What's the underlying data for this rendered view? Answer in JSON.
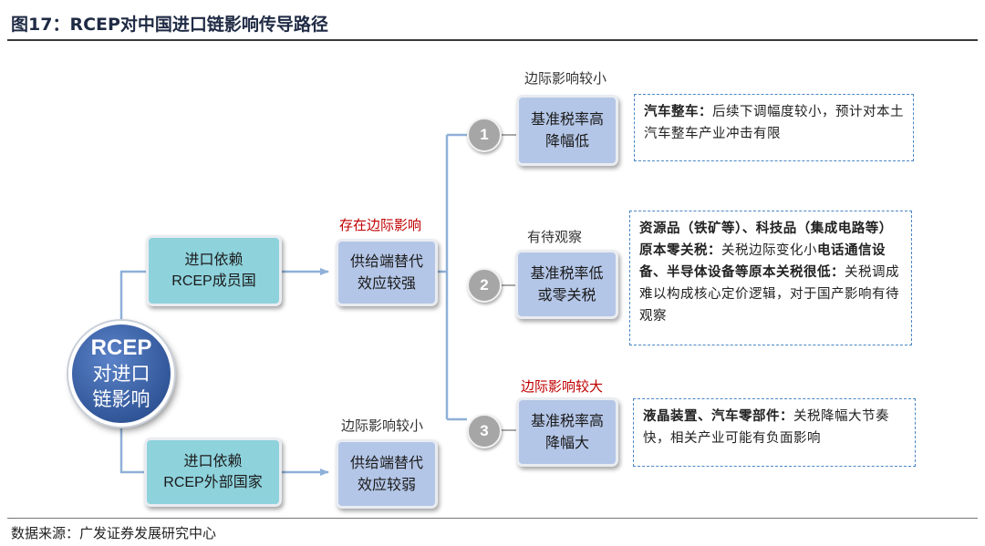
{
  "title": "图17：RCEP对中国进口链影响传导路径",
  "source": "数据来源：广发证券发展研究中心",
  "center": {
    "line1": "RCEP",
    "line2": "对进口",
    "line3": "链影响"
  },
  "import_member": {
    "line1": "进口依赖",
    "line2": "RCEP成员国"
  },
  "import_nonmember": {
    "line1": "进口依赖",
    "line2": "RCEP外部国家"
  },
  "label_exists": "存在边际影响",
  "label_small_left": "边际影响较小",
  "substitution_strong": {
    "line1": "供给端替代",
    "line2": "效应较强"
  },
  "substitution_weak": {
    "line1": "供给端替代",
    "line2": "效应较弱"
  },
  "branches": [
    {
      "num": "1",
      "label": "边际影响较小",
      "box_line1": "基准税率高",
      "box_line2": "降幅低",
      "note_bold": "汽车整车：",
      "note_text": "后续下调幅度较小，预计对本土汽车整车产业冲击有限"
    },
    {
      "num": "2",
      "label": "有待观察",
      "box_line1": "基准税率低",
      "box_line2": "或零关税",
      "note_bold_1": "资源品（铁矿等）、科技品（集成电路等）原本零关税：",
      "note_text_1": "关税边际变化小",
      "note_bold_2": "电话通信设备、半导体设备等原本关税很低：",
      "note_text_2": "关税调成难以构成核心定价逻辑，对于国产影响有待观察"
    },
    {
      "num": "3",
      "label": "边际影响较大",
      "box_line1": "基准税率高",
      "box_line2": "降幅大",
      "note_bold": "液晶装置、汽车零部件：",
      "note_text": "关税降幅大节奏快，相关产业可能有负面影响"
    }
  ]
}
